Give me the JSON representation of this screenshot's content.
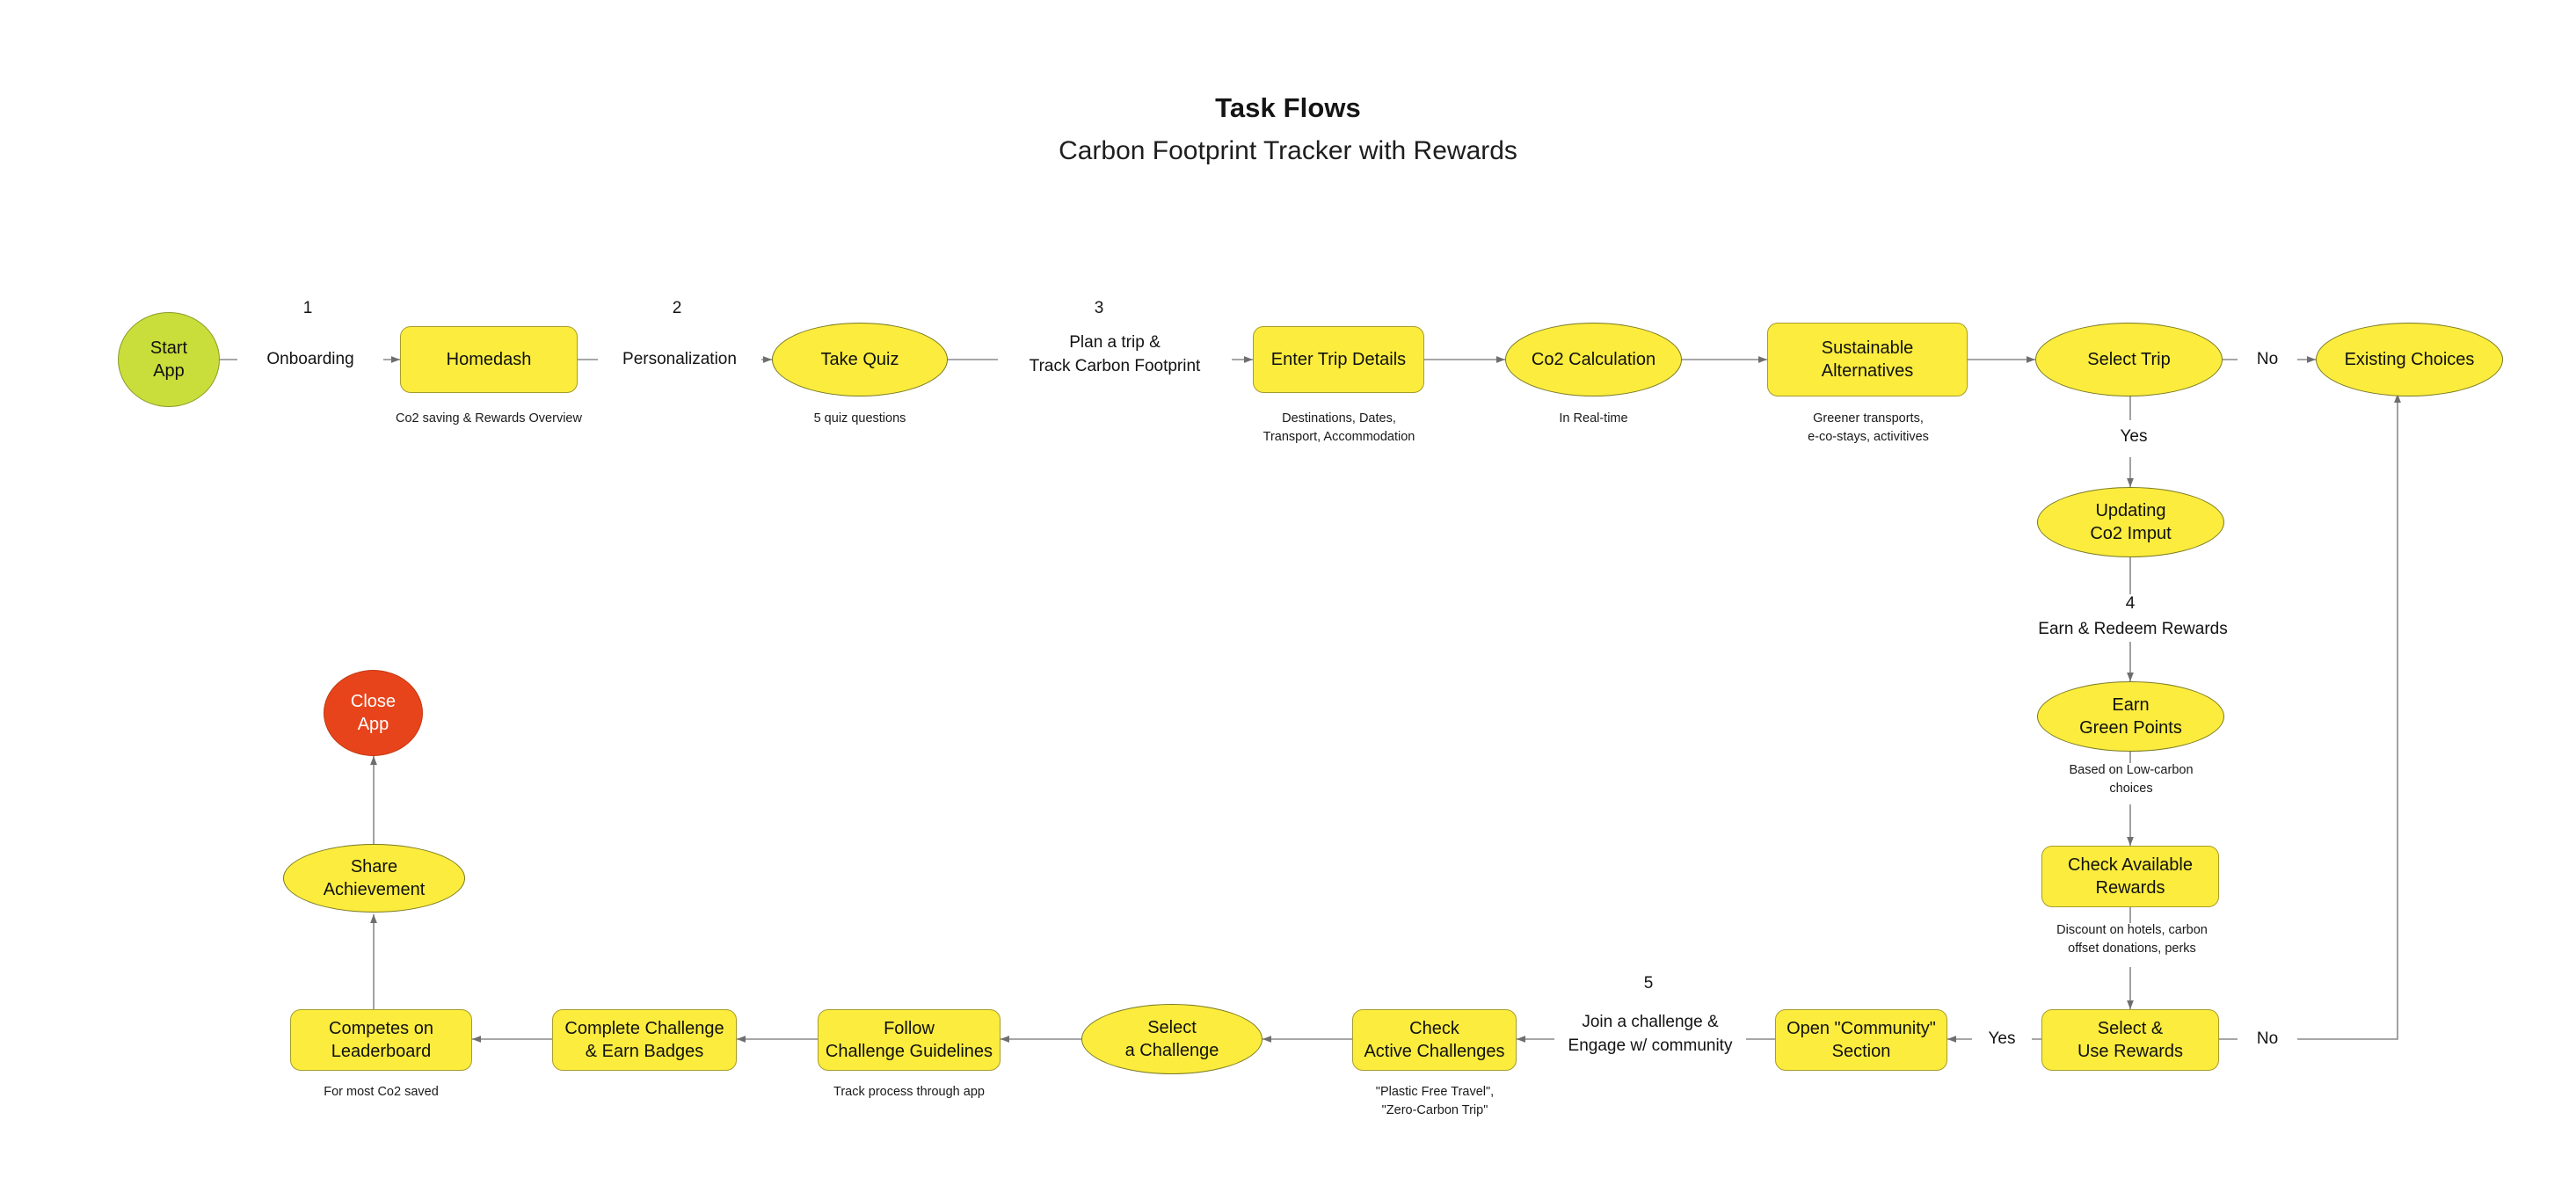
{
  "header": {
    "title": "Task Flows",
    "subtitle": "Carbon Footprint Tracker with Rewards"
  },
  "colors": {
    "node_yellow": "#FBEC3E",
    "node_yellow_border": "#A89C2C",
    "start_green": "#C9DE3A",
    "terminal_red": "#E8441C",
    "connector_gray": "#7a7a7a",
    "text_dark": "#111111",
    "background": "#FFFFFF"
  },
  "steps": [
    {
      "number": "1",
      "label": "Onboarding"
    },
    {
      "number": "2",
      "label": "Personalization"
    },
    {
      "number": "3",
      "label": "Plan a trip &\nTrack Carbon Footprint"
    },
    {
      "number": "4",
      "label": "Earn & Redeem Rewards"
    },
    {
      "number": "5",
      "label": "Join a challenge &\nEngage w/ community"
    }
  ],
  "nodes": {
    "start_app": {
      "label": "Start\nApp",
      "shape": "circle",
      "color": "green"
    },
    "homedash": {
      "label": "Homedash",
      "shape": "rect",
      "caption": "Co2 saving & Rewards Overview"
    },
    "take_quiz": {
      "label": "Take Quiz",
      "shape": "ellipse",
      "caption": "5 quiz questions"
    },
    "enter_trip_details": {
      "label": "Enter Trip Details",
      "shape": "rect",
      "caption": "Destinations, Dates,\nTransport, Accommodation"
    },
    "co2_calculation": {
      "label": "Co2 Calculation",
      "shape": "ellipse",
      "caption": "In Real-time"
    },
    "sustainable_alternatives": {
      "label": "Sustainable\nAlternatives",
      "shape": "rect",
      "caption": "Greener transports,\ne-co-stays, activitives"
    },
    "select_trip": {
      "label": "Select Trip",
      "shape": "ellipse",
      "caption": ""
    },
    "existing_choices": {
      "label": "Existing Choices",
      "shape": "ellipse",
      "caption": ""
    },
    "updating_co2_imput": {
      "label": "Updating\nCo2 Imput",
      "shape": "ellipse",
      "caption": ""
    },
    "earn_green_points": {
      "label": "Earn\nGreen Points",
      "shape": "ellipse",
      "caption": "Based on Low-carbon\nchoices"
    },
    "check_available_rewards": {
      "label": "Check Available\nRewards",
      "shape": "rect",
      "caption": "Discount on hotels, carbon\noffset donations, perks"
    },
    "select_use_rewards": {
      "label": "Select &\nUse Rewards",
      "shape": "rect",
      "caption": ""
    },
    "open_community_section": {
      "label": "Open \"Community\"\nSection",
      "shape": "rect",
      "caption": ""
    },
    "check_active_challenges": {
      "label": "Check\nActive Challenges",
      "shape": "rect",
      "caption": "\"Plastic Free Travel\",\n\"Zero-Carbon Trip\""
    },
    "select_a_challenge": {
      "label": "Select\na Challenge",
      "shape": "ellipse",
      "caption": ""
    },
    "follow_challenge_guidelines": {
      "label": "Follow\nChallenge Guidelines",
      "shape": "rect",
      "caption": "Track process through app"
    },
    "complete_challenge_earn_badges": {
      "label": "Complete Challenge\n& Earn Badges",
      "shape": "rect",
      "caption": ""
    },
    "competes_on_leaderboard": {
      "label": "Competes on\nLeaderboard",
      "shape": "rect",
      "caption": "For most Co2 saved"
    },
    "share_achievement": {
      "label": "Share\nAchievement",
      "shape": "ellipse",
      "caption": ""
    },
    "close_app": {
      "label": "Close\nApp",
      "shape": "circle",
      "color": "red",
      "caption": ""
    }
  },
  "decision_labels": {
    "select_trip_no": "No",
    "select_trip_yes": "Yes",
    "select_use_rewards_yes": "Yes",
    "select_use_rewards_no": "No"
  }
}
